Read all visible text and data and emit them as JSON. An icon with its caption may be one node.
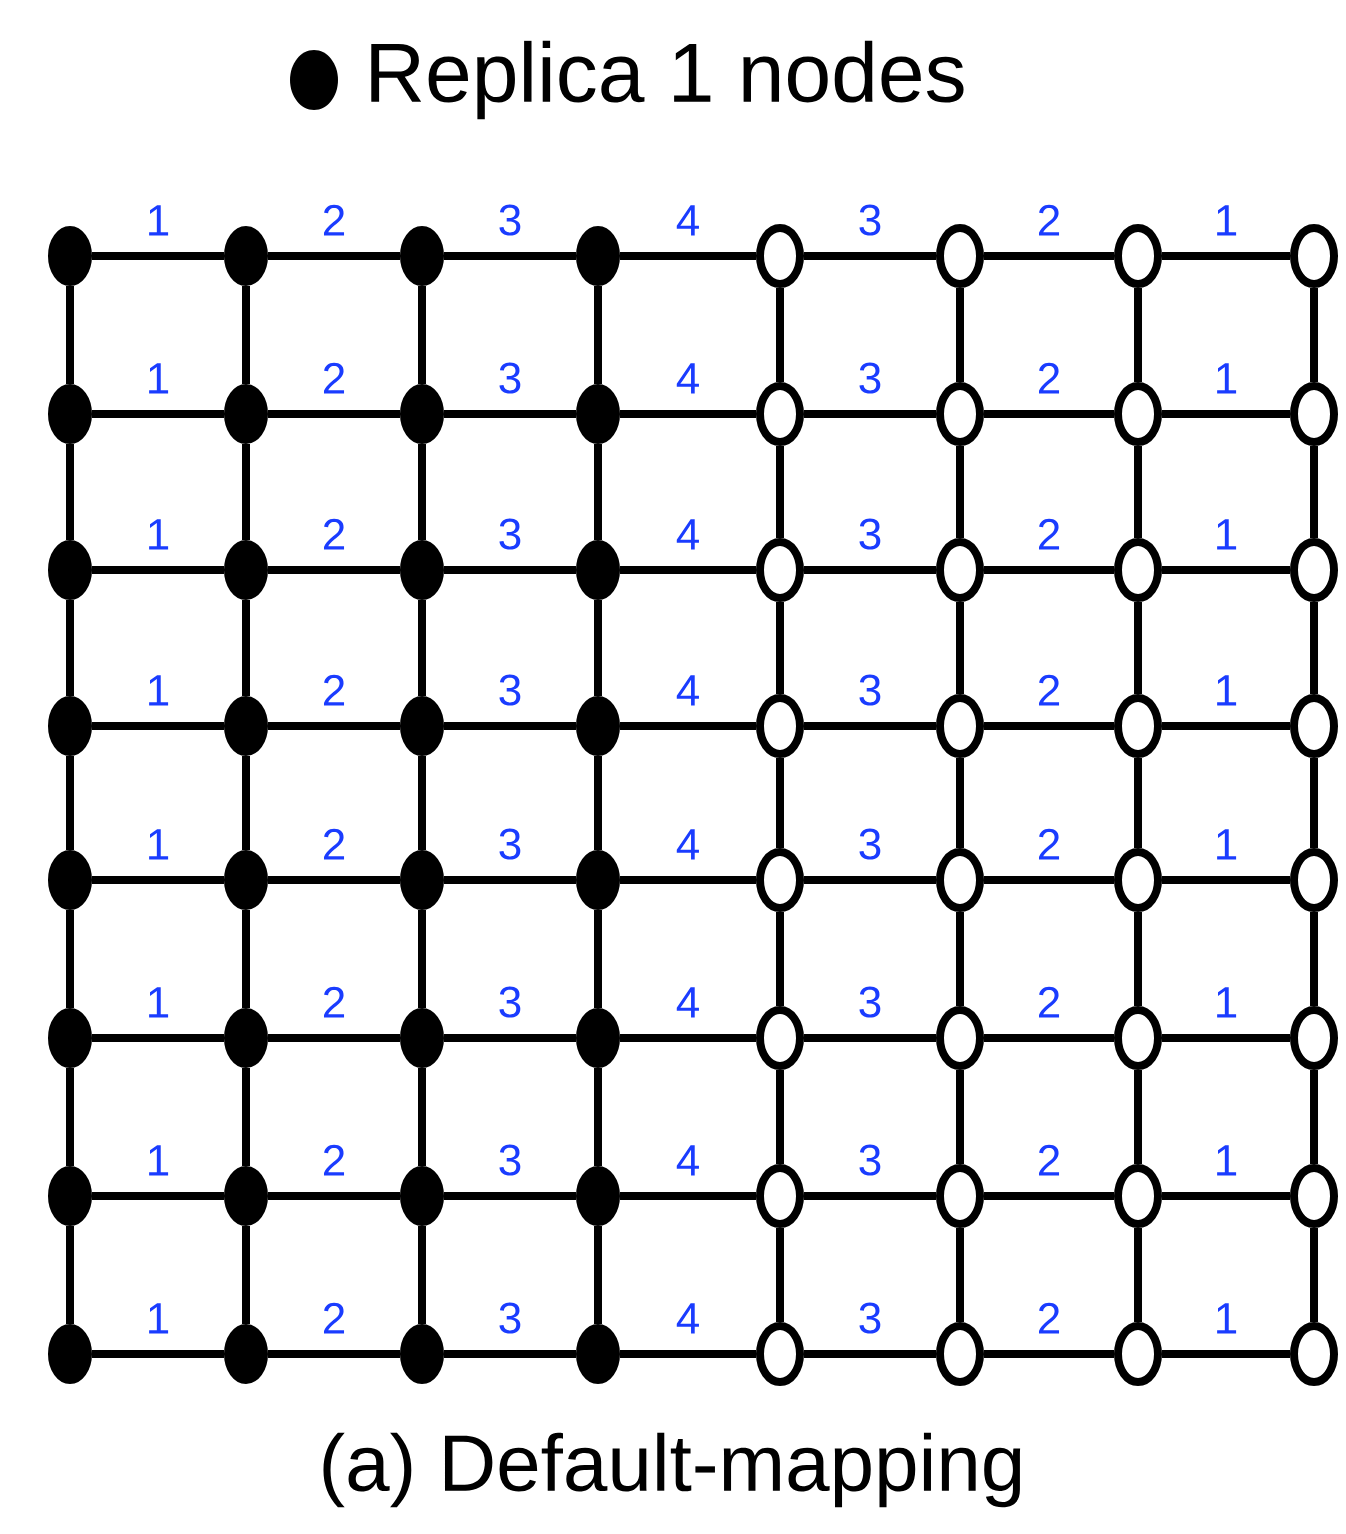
{
  "diagram": {
    "caption": "(a) Default-mapping",
    "nodes": [
      {
        "text": [],
        "shape": "dot"
      },
      {
        "text": [],
        "shape": "dot"
      },
      {
        "text": [],
        "shape": "dot"
      },
      {
        "text": [],
        "shape": "dot"
      },
      {
        "text": [],
        "shape": "circle"
      },
      {
        "text": [],
        "shape": "circle"
      },
      {
        "text": [],
        "shape": "circle"
      },
      {
        "text": [],
        "shape": "circle"
      },
      {
        "text": [],
        "shape": "dot"
      },
      {
        "text": [],
        "shape": "dot"
      },
      {
        "text": [],
        "shape": "dot"
      },
      {
        "text": [],
        "shape": "dot"
      },
      {
        "text": [],
        "shape": "circle"
      },
      {
        "text": [],
        "shape": "circle"
      },
      {
        "text": [],
        "shape": "circle"
      },
      {
        "text": [],
        "shape": "circle"
      },
      {
        "text": [],
        "shape": "dot"
      },
      {
        "text": [],
        "shape": "dot"
      },
      {
        "text": [],
        "shape": "dot"
      },
      {
        "text": [],
        "shape": "dot"
      },
      {
        "text": [],
        "shape": "circle"
      },
      {
        "text": [],
        "shape": "circle"
      },
      {
        "text": [],
        "shape": "circle"
      },
      {
        "text": [],
        "shape": "circle"
      },
      {
        "text": [],
        "shape": "dot"
      },
      {
        "text": [],
        "shape": "dot"
      },
      {
        "text": [],
        "shape": "dot"
      },
      {
        "text": [],
        "shape": "dot"
      },
      {
        "text": [],
        "shape": "circle"
      },
      {
        "text": [],
        "shape": "circle"
      },
      {
        "text": [],
        "shape": "circle"
      },
      {
        "text": [],
        "shape": "circle"
      },
      {
        "text": [],
        "shape": "dot"
      },
      {
        "text": [],
        "shape": "dot"
      },
      {
        "text": [],
        "shape": "dot"
      },
      {
        "text": [],
        "shape": "dot"
      },
      {
        "text": [],
        "shape": "circle"
      },
      {
        "text": [],
        "shape": "circle"
      },
      {
        "text": [],
        "shape": "circle"
      },
      {
        "text": [],
        "shape": "circle"
      },
      {
        "text": [],
        "shape": "dot"
      },
      {
        "text": [],
        "shape": "dot"
      },
      {
        "text": [],
        "shape": "dot"
      },
      {
        "text": [],
        "shape": "dot"
      },
      {
        "text": [],
        "shape": "circle"
      },
      {
        "text": [],
        "shape": "circle"
      },
      {
        "text": [],
        "shape": "circle"
      },
      {
        "text": [],
        "shape": "circle"
      },
      {
        "text": [],
        "shape": "dot"
      },
      {
        "text": [],
        "shape": "dot"
      },
      {
        "text": [],
        "shape": "dot"
      },
      {
        "text": [],
        "shape": "dot"
      },
      {
        "text": [],
        "shape": "circle"
      },
      {
        "text": [],
        "shape": "circle"
      },
      {
        "text": [],
        "shape": "circle"
      },
      {
        "text": [],
        "shape": "circle"
      },
      {
        "text": [],
        "shape": "dot"
      },
      {
        "text": [],
        "shape": "dot"
      },
      {
        "text": [],
        "shape": "dot"
      },
      {
        "text": [],
        "shape": "dot"
      },
      {
        "text": [],
        "shape": "circle"
      },
      {
        "text": [],
        "shape": "circle"
      },
      {
        "text": [],
        "shape": "circle"
      },
      {
        "text": [],
        "shape": "circle"
      }
    ],
    "edges": [
      {
        "from": 0,
        "to": 1,
        "arrow": "none",
        "label": "1"
      },
      {
        "from": 1,
        "to": 2,
        "arrow": "none",
        "label": "2"
      },
      {
        "from": 2,
        "to": 3,
        "arrow": "none",
        "label": "3"
      },
      {
        "from": 3,
        "to": 4,
        "arrow": "none",
        "label": "4"
      },
      {
        "from": 4,
        "to": 5,
        "arrow": "none",
        "label": "3"
      },
      {
        "from": 5,
        "to": 6,
        "arrow": "none",
        "label": "2"
      },
      {
        "from": 6,
        "to": 7,
        "arrow": "none",
        "label": "1"
      },
      {
        "from": 8,
        "to": 9,
        "arrow": "none",
        "label": "1"
      },
      {
        "from": 9,
        "to": 10,
        "arrow": "none",
        "label": "2"
      },
      {
        "from": 10,
        "to": 11,
        "arrow": "none",
        "label": "3"
      },
      {
        "from": 11,
        "to": 12,
        "arrow": "none",
        "label": "4"
      },
      {
        "from": 12,
        "to": 13,
        "arrow": "none",
        "label": "3"
      },
      {
        "from": 13,
        "to": 14,
        "arrow": "none",
        "label": "2"
      },
      {
        "from": 14,
        "to": 15,
        "arrow": "none",
        "label": "1"
      },
      {
        "from": 16,
        "to": 17,
        "arrow": "none",
        "label": "1"
      },
      {
        "from": 17,
        "to": 18,
        "arrow": "none",
        "label": "2"
      },
      {
        "from": 18,
        "to": 19,
        "arrow": "none",
        "label": "3"
      },
      {
        "from": 19,
        "to": 20,
        "arrow": "none",
        "label": "4"
      },
      {
        "from": 20,
        "to": 21,
        "arrow": "none",
        "label": "3"
      },
      {
        "from": 21,
        "to": 22,
        "arrow": "none",
        "label": "2"
      },
      {
        "from": 22,
        "to": 23,
        "arrow": "none",
        "label": "1"
      },
      {
        "from": 24,
        "to": 25,
        "arrow": "none",
        "label": "1"
      },
      {
        "from": 25,
        "to": 26,
        "arrow": "none",
        "label": "2"
      },
      {
        "from": 26,
        "to": 27,
        "arrow": "none",
        "label": "3"
      },
      {
        "from": 27,
        "to": 28,
        "arrow": "none",
        "label": "4"
      },
      {
        "from": 28,
        "to": 29,
        "arrow": "none",
        "label": "3"
      },
      {
        "from": 29,
        "to": 30,
        "arrow": "none",
        "label": "2"
      },
      {
        "from": 30,
        "to": 31,
        "arrow": "none",
        "label": "1"
      },
      {
        "from": 32,
        "to": 33,
        "arrow": "none",
        "label": "1"
      },
      {
        "from": 33,
        "to": 34,
        "arrow": "none",
        "label": "2"
      },
      {
        "from": 34,
        "to": 35,
        "arrow": "none",
        "label": "3"
      },
      {
        "from": 35,
        "to": 36,
        "arrow": "none",
        "label": "4"
      },
      {
        "from": 36,
        "to": 37,
        "arrow": "none",
        "label": "3"
      },
      {
        "from": 37,
        "to": 38,
        "arrow": "none",
        "label": "2"
      },
      {
        "from": 38,
        "to": 39,
        "arrow": "none",
        "label": "1"
      },
      {
        "from": 40,
        "to": 41,
        "arrow": "none",
        "label": "1"
      },
      {
        "from": 41,
        "to": 42,
        "arrow": "none",
        "label": "2"
      },
      {
        "from": 42,
        "to": 43,
        "arrow": "none",
        "label": "3"
      },
      {
        "from": 43,
        "to": 44,
        "arrow": "none",
        "label": "4"
      },
      {
        "from": 44,
        "to": 45,
        "arrow": "none",
        "label": "3"
      },
      {
        "from": 45,
        "to": 46,
        "arrow": "none",
        "label": "2"
      },
      {
        "from": 46,
        "to": 47,
        "arrow": "none",
        "label": "1"
      },
      {
        "from": 48,
        "to": 49,
        "arrow": "none",
        "label": "1"
      },
      {
        "from": 49,
        "to": 50,
        "arrow": "none",
        "label": "2"
      },
      {
        "from": 50,
        "to": 51,
        "arrow": "none",
        "label": "3"
      },
      {
        "from": 51,
        "to": 52,
        "arrow": "none",
        "label": "4"
      },
      {
        "from": 52,
        "to": 53,
        "arrow": "none",
        "label": "3"
      },
      {
        "from": 53,
        "to": 54,
        "arrow": "none",
        "label": "2"
      },
      {
        "from": 54,
        "to": 55,
        "arrow": "none",
        "label": "1"
      },
      {
        "from": 56,
        "to": 57,
        "arrow": "none",
        "label": "1"
      },
      {
        "from": 57,
        "to": 58,
        "arrow": "none",
        "label": "2"
      },
      {
        "from": 58,
        "to": 59,
        "arrow": "none",
        "label": "3"
      },
      {
        "from": 59,
        "to": 60,
        "arrow": "none",
        "label": "4"
      },
      {
        "from": 60,
        "to": 61,
        "arrow": "none",
        "label": "3"
      },
      {
        "from": 61,
        "to": 62,
        "arrow": "none",
        "label": "2"
      },
      {
        "from": 62,
        "to": 63,
        "arrow": "none",
        "label": "1"
      },
      {
        "from": 0,
        "to": 8,
        "arrow": "none"
      },
      {
        "from": 1,
        "to": 9,
        "arrow": "none"
      },
      {
        "from": 2,
        "to": 10,
        "arrow": "none"
      },
      {
        "from": 3,
        "to": 11,
        "arrow": "none"
      },
      {
        "from": 4,
        "to": 12,
        "arrow": "none"
      },
      {
        "from": 5,
        "to": 13,
        "arrow": "none"
      },
      {
        "from": 6,
        "to": 14,
        "arrow": "none"
      },
      {
        "from": 7,
        "to": 15,
        "arrow": "none"
      },
      {
        "from": 8,
        "to": 16,
        "arrow": "none"
      },
      {
        "from": 9,
        "to": 17,
        "arrow": "none"
      },
      {
        "from": 10,
        "to": 18,
        "arrow": "none"
      },
      {
        "from": 11,
        "to": 19,
        "arrow": "none"
      },
      {
        "from": 12,
        "to": 20,
        "arrow": "none"
      },
      {
        "from": 13,
        "to": 21,
        "arrow": "none"
      },
      {
        "from": 14,
        "to": 22,
        "arrow": "none"
      },
      {
        "from": 15,
        "to": 23,
        "arrow": "none"
      },
      {
        "from": 16,
        "to": 24,
        "arrow": "none"
      },
      {
        "from": 17,
        "to": 25,
        "arrow": "none"
      },
      {
        "from": 18,
        "to": 26,
        "arrow": "none"
      },
      {
        "from": 19,
        "to": 27,
        "arrow": "none"
      },
      {
        "from": 20,
        "to": 28,
        "arrow": "none"
      },
      {
        "from": 21,
        "to": 29,
        "arrow": "none"
      },
      {
        "from": 22,
        "to": 30,
        "arrow": "none"
      },
      {
        "from": 23,
        "to": 31,
        "arrow": "none"
      },
      {
        "from": 24,
        "to": 32,
        "arrow": "none"
      },
      {
        "from": 25,
        "to": 33,
        "arrow": "none"
      },
      {
        "from": 26,
        "to": 34,
        "arrow": "none"
      },
      {
        "from": 27,
        "to": 35,
        "arrow": "none"
      },
      {
        "from": 28,
        "to": 36,
        "arrow": "none"
      },
      {
        "from": 29,
        "to": 37,
        "arrow": "none"
      },
      {
        "from": 30,
        "to": 38,
        "arrow": "none"
      },
      {
        "from": 31,
        "to": 39,
        "arrow": "none"
      },
      {
        "from": 32,
        "to": 40,
        "arrow": "none"
      },
      {
        "from": 33,
        "to": 41,
        "arrow": "none"
      },
      {
        "from": 34,
        "to": 42,
        "arrow": "none"
      },
      {
        "from": 35,
        "to": 43,
        "arrow": "none"
      },
      {
        "from": 36,
        "to": 44,
        "arrow": "none"
      },
      {
        "from": 37,
        "to": 45,
        "arrow": "none"
      },
      {
        "from": 38,
        "to": 46,
        "arrow": "none"
      },
      {
        "from": 39,
        "to": 47,
        "arrow": "none"
      },
      {
        "from": 40,
        "to": 48,
        "arrow": "none"
      },
      {
        "from": 41,
        "to": 49,
        "arrow": "none"
      },
      {
        "from": 42,
        "to": 50,
        "arrow": "none"
      },
      {
        "from": 43,
        "to": 51,
        "arrow": "none"
      },
      {
        "from": 44,
        "to": 52,
        "arrow": "none"
      },
      {
        "from": 45,
        "to": 53,
        "arrow": "none"
      },
      {
        "from": 46,
        "to": 54,
        "arrow": "none"
      },
      {
        "from": 47,
        "to": 55,
        "arrow": "none"
      },
      {
        "from": 48,
        "to": 56,
        "arrow": "none"
      },
      {
        "from": 49,
        "to": 57,
        "arrow": "none"
      },
      {
        "from": 50,
        "to": 58,
        "arrow": "none"
      },
      {
        "from": 51,
        "to": 59,
        "arrow": "none"
      },
      {
        "from": 52,
        "to": 60,
        "arrow": "none"
      },
      {
        "from": 53,
        "to": 61,
        "arrow": "none"
      },
      {
        "from": 54,
        "to": 62,
        "arrow": "none"
      },
      {
        "from": 55,
        "to": 63,
        "arrow": "none"
      }
    ],
    "legend": [
      {
        "text": "Replica 1 nodes"
      }
    ]
  }
}
